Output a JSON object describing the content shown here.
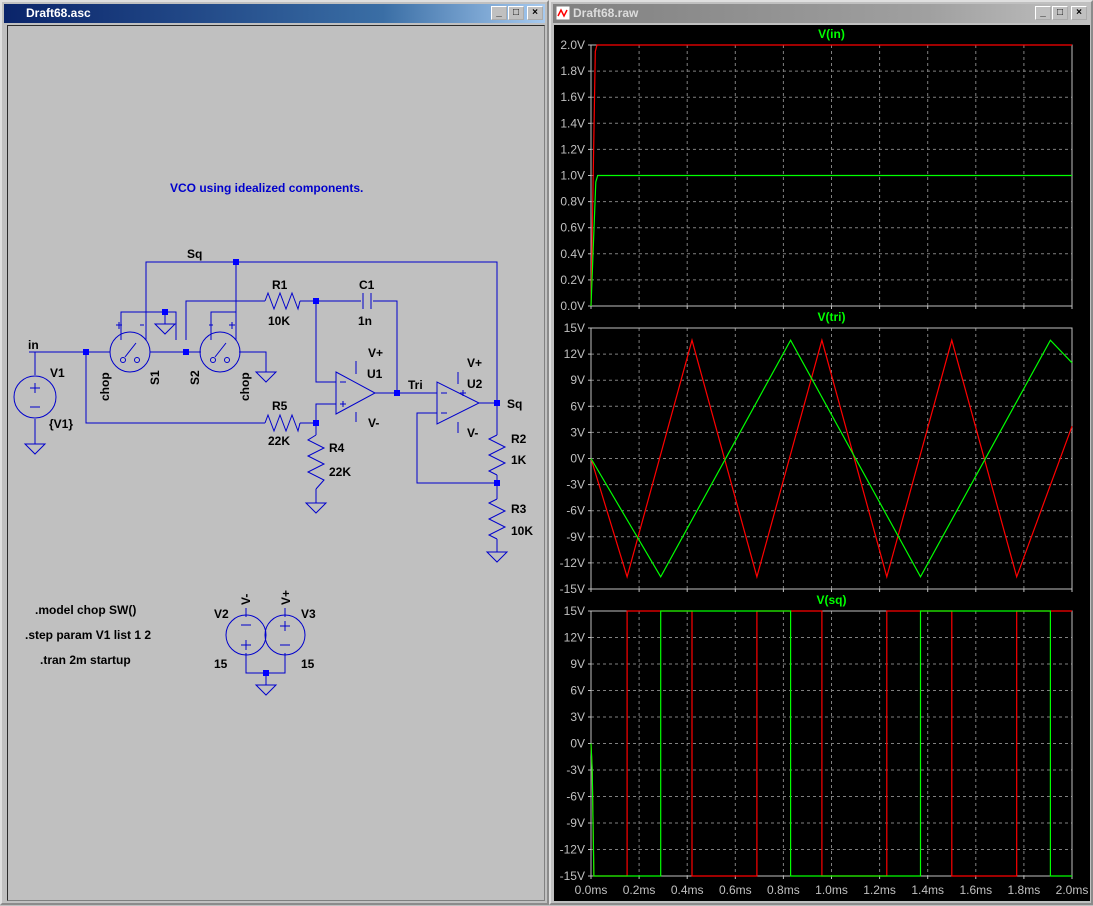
{
  "left_window": {
    "title": "Draft68.asc",
    "buttons": [
      "_",
      "□",
      "×"
    ]
  },
  "right_window": {
    "title": "Draft68.raw",
    "buttons": [
      "_",
      "□",
      "×"
    ]
  },
  "schematic": {
    "title_text": "VCO using idealized components.",
    "net_labels": {
      "in": "in",
      "sq_top": "Sq",
      "tri": "Tri",
      "sq_out": "Sq"
    },
    "components": {
      "V1": {
        "name": "V1",
        "value": "{V1}"
      },
      "S1": {
        "name": "S1",
        "model": "chop"
      },
      "S2": {
        "name": "S2",
        "model": "chop"
      },
      "R1": {
        "name": "R1",
        "value": "10K"
      },
      "C1": {
        "name": "C1",
        "value": "1n"
      },
      "U1": {
        "name": "U1",
        "vplus": "V+",
        "vminus": "V-"
      },
      "U2": {
        "name": "U2",
        "vplus": "V+",
        "vminus": "V-"
      },
      "R5": {
        "name": "R5",
        "value": "22K"
      },
      "R4": {
        "name": "R4",
        "value": "22K"
      },
      "R2": {
        "name": "R2",
        "value": "1K"
      },
      "R3": {
        "name": "R3",
        "value": "10K"
      },
      "V2": {
        "name": "V2",
        "value": "15",
        "net": "V-"
      },
      "V3": {
        "name": "V3",
        "value": "15",
        "net": "V+"
      }
    },
    "directives": [
      ".model chop SW()",
      ".step param V1 list 1 2",
      ".tran 2m startup"
    ],
    "switch_symbols": {
      "plus": "+",
      "minus": "-"
    }
  },
  "colors": {
    "wire": "#0000cc",
    "junction": "#0000ff",
    "component": "#000000",
    "trace_red": "#ff0000",
    "trace_green": "#00ff00",
    "plot_bg": "#000000",
    "grid": "#808080",
    "titlebar_active": "#0a246a"
  },
  "chart_data": [
    {
      "type": "line",
      "title": "V(in)",
      "xlabel": "",
      "ylabel": "",
      "xlim": [
        0,
        2.0
      ],
      "ylim": [
        0,
        2.0
      ],
      "yticks": [
        "0.0V",
        "0.2V",
        "0.4V",
        "0.6V",
        "0.8V",
        "1.0V",
        "1.2V",
        "1.4V",
        "1.6V",
        "1.8V",
        "2.0V"
      ],
      "grid": true,
      "series": [
        {
          "color": "#ff0000",
          "x": [
            0,
            0.018,
            0.025,
            2.0
          ],
          "y": [
            0,
            1.95,
            2.0,
            2.0
          ]
        },
        {
          "color": "#00ff00",
          "x": [
            0,
            0.02,
            0.028,
            2.0
          ],
          "y": [
            0,
            0.95,
            1.0,
            1.0
          ]
        }
      ]
    },
    {
      "type": "line",
      "title": "V(tri)",
      "xlabel": "",
      "ylabel": "",
      "xlim": [
        0,
        2.0
      ],
      "ylim": [
        -15,
        15
      ],
      "yticks": [
        "-15V",
        "-12V",
        "-9V",
        "-6V",
        "-3V",
        "0V",
        "3V",
        "6V",
        "9V",
        "12V",
        "15V"
      ],
      "grid": true,
      "series": [
        {
          "color": "#ff0000",
          "x": [
            0,
            0.15,
            0.42,
            0.69,
            0.96,
            1.23,
            1.5,
            1.77,
            2.0
          ],
          "y": [
            0,
            -13.6,
            13.6,
            -13.6,
            13.6,
            -13.6,
            13.6,
            -13.6,
            3.7
          ]
        },
        {
          "color": "#00ff00",
          "x": [
            0,
            0.29,
            0.83,
            1.37,
            1.91,
            2.0
          ],
          "y": [
            0,
            -13.6,
            13.6,
            -13.6,
            13.6,
            11.0
          ]
        }
      ]
    },
    {
      "type": "line",
      "title": "V(sq)",
      "xlabel": "",
      "ylabel": "",
      "xlim": [
        0,
        2.0
      ],
      "ylim": [
        -15,
        15
      ],
      "xticks": [
        "0.0ms",
        "0.2ms",
        "0.4ms",
        "0.6ms",
        "0.8ms",
        "1.0ms",
        "1.2ms",
        "1.4ms",
        "1.6ms",
        "1.8ms",
        "2.0ms"
      ],
      "yticks": [
        "-15V",
        "-12V",
        "-9V",
        "-6V",
        "-3V",
        "0V",
        "3V",
        "6V",
        "9V",
        "12V",
        "15V"
      ],
      "grid": true,
      "series": [
        {
          "color": "#ff0000",
          "x": [
            0,
            0.005,
            0.012,
            0.15,
            0.15,
            0.42,
            0.42,
            0.69,
            0.69,
            0.96,
            0.96,
            1.23,
            1.23,
            1.5,
            1.5,
            1.77,
            1.77,
            2.0
          ],
          "y": [
            0,
            -3,
            -15,
            -15,
            15,
            15,
            -15,
            -15,
            15,
            15,
            -15,
            -15,
            15,
            15,
            -15,
            -15,
            15,
            15
          ]
        },
        {
          "color": "#00ff00",
          "x": [
            0,
            0.005,
            0.012,
            0.29,
            0.29,
            0.83,
            0.83,
            1.37,
            1.37,
            1.91,
            1.91,
            2.0
          ],
          "y": [
            0,
            -3,
            -15,
            -15,
            15,
            15,
            -15,
            -15,
            15,
            15,
            -15,
            -15
          ]
        }
      ]
    }
  ]
}
